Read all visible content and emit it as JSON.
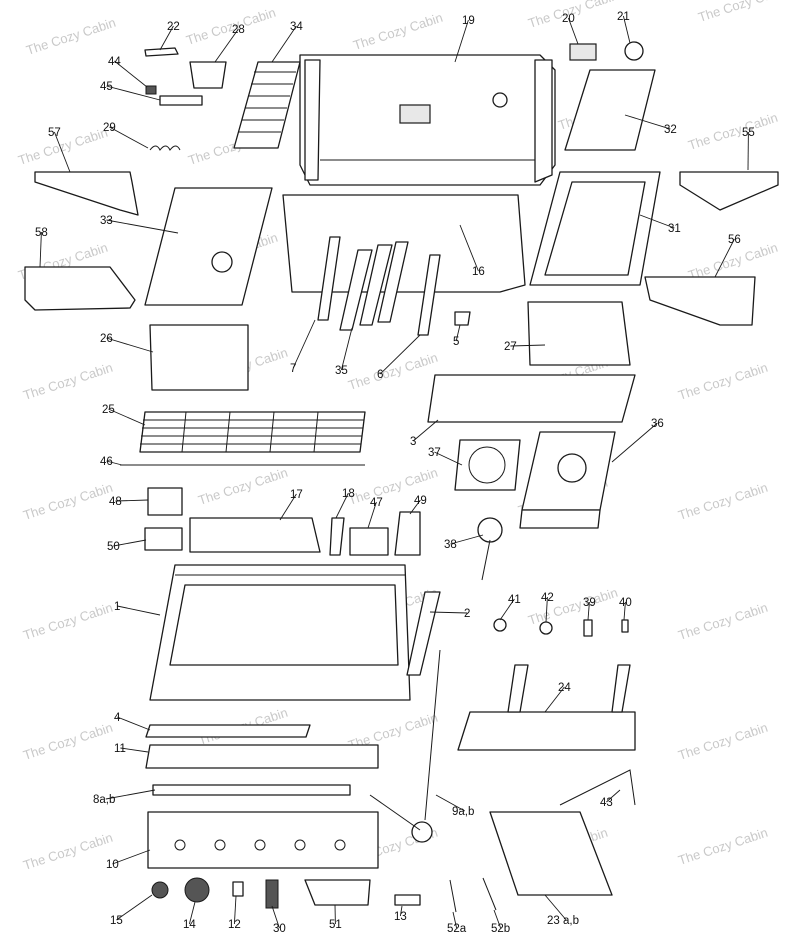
{
  "watermark": "The Cozy Cabin",
  "callouts": [
    "1",
    "2",
    "3",
    "4",
    "5",
    "6",
    "7",
    "8a,b",
    "9a,b",
    "10",
    "11",
    "12",
    "13",
    "14",
    "15",
    "16",
    "17",
    "18",
    "19",
    "20",
    "21",
    "22",
    "23 a,b",
    "24",
    "25",
    "26",
    "27",
    "28",
    "29",
    "30",
    "31",
    "32",
    "33",
    "34",
    "35",
    "36",
    "37",
    "38",
    "39",
    "40",
    "41",
    "42",
    "43",
    "44",
    "45",
    "46",
    "47",
    "48",
    "49",
    "50",
    "51",
    "52a",
    "52b",
    "55",
    "56",
    "57",
    "58"
  ]
}
